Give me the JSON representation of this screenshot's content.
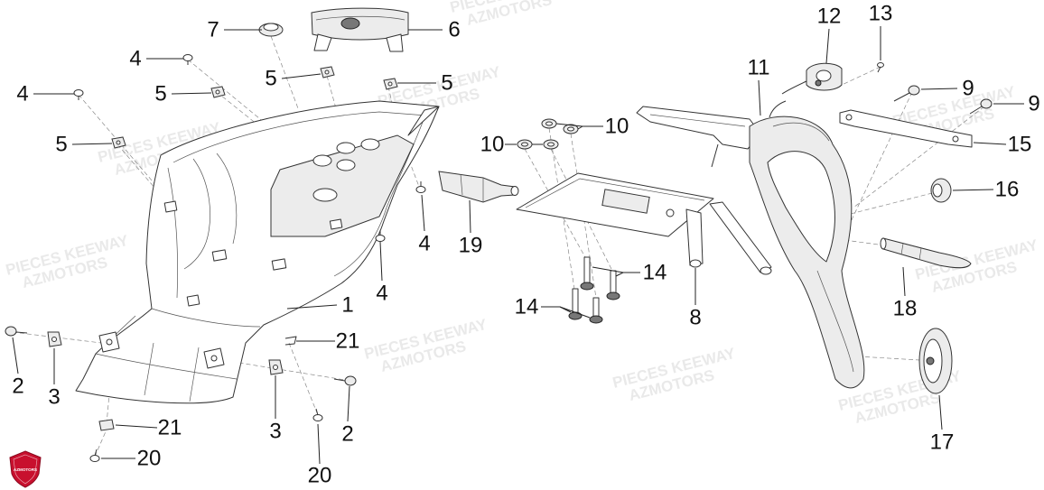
{
  "diagram": {
    "callouts": [
      {
        "label": "7"
      },
      {
        "label": "6"
      },
      {
        "label": "4"
      },
      {
        "label": "5"
      },
      {
        "label": "5"
      },
      {
        "label": "4"
      },
      {
        "label": "5"
      },
      {
        "label": "5"
      },
      {
        "label": "4"
      },
      {
        "label": "19"
      },
      {
        "label": "4"
      },
      {
        "label": "1"
      },
      {
        "label": "21"
      },
      {
        "label": "2"
      },
      {
        "label": "3"
      },
      {
        "label": "21"
      },
      {
        "label": "3"
      },
      {
        "label": "2"
      },
      {
        "label": "20"
      },
      {
        "label": "20"
      },
      {
        "label": "10"
      },
      {
        "label": "10"
      },
      {
        "label": "14"
      },
      {
        "label": "14"
      },
      {
        "label": "8"
      },
      {
        "label": "11"
      },
      {
        "label": "12"
      },
      {
        "label": "13"
      },
      {
        "label": "9"
      },
      {
        "label": "9"
      },
      {
        "label": "15"
      },
      {
        "label": "16"
      },
      {
        "label": "18"
      },
      {
        "label": "17"
      }
    ]
  },
  "watermark": {
    "line1": "PIECES KEEWAY",
    "line2": "AZMOTORS"
  },
  "logo": {
    "text": "AZMOTORS",
    "color": "#c8102e"
  },
  "colors": {
    "line": "#333333",
    "label": "#111111",
    "background": "#ffffff"
  }
}
